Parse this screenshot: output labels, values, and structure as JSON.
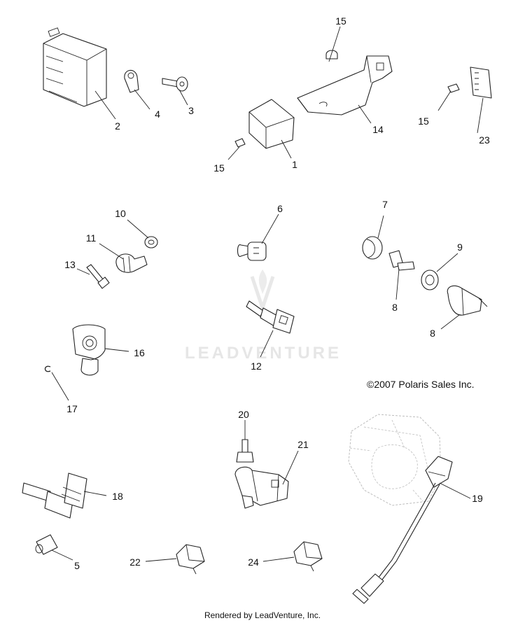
{
  "watermark": {
    "text": "LEADVENTURE",
    "icon": "flame-v-logo"
  },
  "copyright": "©2007 Polaris Sales Inc.",
  "footer": "Rendered by LeadVenture, Inc.",
  "callouts": {
    "c1": "1",
    "c2": "2",
    "c3": "3",
    "c4": "4",
    "c5": "5",
    "c6": "6",
    "c7": "7",
    "c8a": "8",
    "c8b": "8",
    "c9": "9",
    "c10": "10",
    "c11": "11",
    "c12": "12",
    "c13": "13",
    "c14": "14",
    "c15a": "15",
    "c15b": "15",
    "c15c": "15",
    "c16": "16",
    "c17": "17",
    "c18": "18",
    "c19": "19",
    "c20": "20",
    "c21": "21",
    "c22": "22",
    "c23": "23",
    "c24": "24"
  }
}
